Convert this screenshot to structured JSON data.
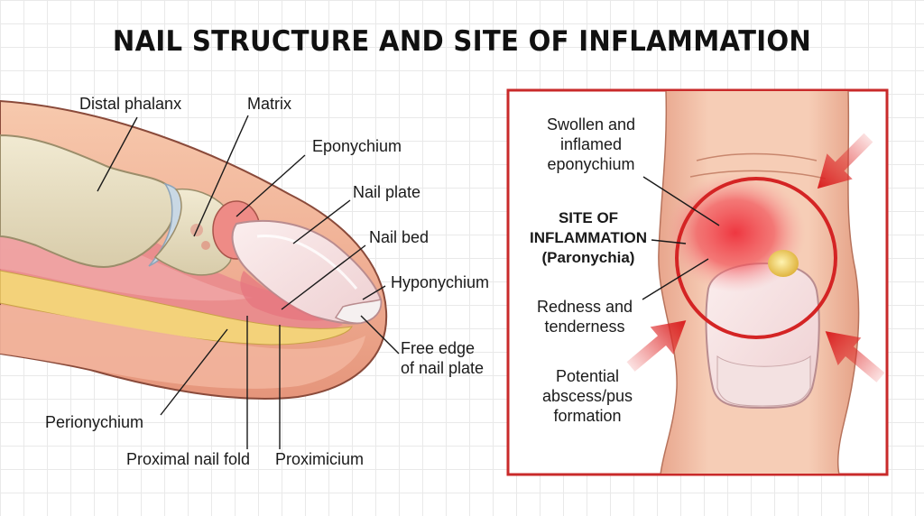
{
  "title": "NAIL STRUCTURE AND SITE OF INFLAMMATION",
  "left_panel": {
    "labels": {
      "distal_phalanx": "Distal phalanx",
      "matrix": "Matrix",
      "eponychium": "Eponychium",
      "nail_plate": "Nail plate",
      "nail_bed": "Nail bed",
      "hyponychium": "Hyponychium",
      "free_edge_1": "Free edge",
      "free_edge_2": "of nail plate",
      "perionychium": "Perionychium",
      "proximal_nail_fold": "Proximal nail fold",
      "proximicium": "Proximicium"
    }
  },
  "right_panel": {
    "frame_color": "#c92a2a",
    "labels": {
      "swollen_1": "Swollen and",
      "swollen_2": "inflamed",
      "swollen_3": "eponychium",
      "site_1": "SITE OF",
      "site_2": "INFLAMMATION",
      "site_3": "(Paronychia)",
      "redness_1": "Redness and",
      "redness_2": "tenderness",
      "abscess_1": "Potential",
      "abscess_2": "abscess/pus",
      "abscess_3": "formation"
    }
  }
}
